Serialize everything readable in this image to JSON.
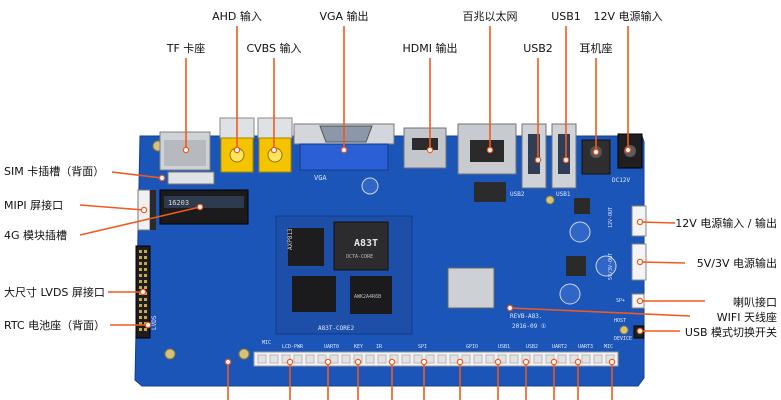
{
  "labels": {
    "top": {
      "ahd": "AHD 输入",
      "vga": "VGA 输出",
      "ethernet": "百兆以太网",
      "usb1": "USB1",
      "power_12v": "12V 电源输入",
      "tf": "TF 卡座",
      "cvbs": "CVBS 输入",
      "hdmi": "HDMI 输出",
      "usb2": "USB2",
      "earphone": "耳机座"
    },
    "left": {
      "sim": "SIM 卡插槽（背面）",
      "mipi": "MIPI 屏接口",
      "module_4g": "4G 模块插槽",
      "lvds": "大尺寸 LVDS 屏接口",
      "rtc": "RTC 电池座（背面）"
    },
    "right": {
      "power_io_12v": "12V 电源输入 / 输出",
      "power_5v3v": "5V/3V 电源输出",
      "speaker": "喇叭接口",
      "wifi": "WIFI 天线座",
      "usb_switch": "USB 模式切换开关"
    }
  },
  "board_text": {
    "core_name": "A83T-CORE2",
    "core_date": "2016-09 ①",
    "board_rev": "REVB-A83.",
    "board_date": "2016-09 ①",
    "cpu_brand": "A83T",
    "cpu_sub": "OCTA-CORE",
    "pmic": "AXP813",
    "mem": "AWK2A4R6B",
    "vga_silk": "VGA",
    "usb1_silk": "USB1",
    "usb2_silk": "USB2",
    "dcin_silk": "DC12V",
    "out12_silk": "12V-OUT",
    "out53_silk": "5V/3V-OUT",
    "sp_silk": "SP+",
    "silk_lcd_pwr": "LCD-PWR",
    "silk_uart0": "UART0",
    "silk_key": "KEY",
    "silk_ir": "IR",
    "silk_spi": "SPI",
    "silk_gpio": "GPIO",
    "silk_usb1": "USB1",
    "silk_usb2": "USB2",
    "silk_uart2": "UART2",
    "silk_uart3": "UART3",
    "silk_mic": "MIC",
    "silk_device": "DEVICE",
    "silk_host": "HOST",
    "silk_lvds": "LVDS",
    "slot_code": "16203"
  },
  "colors": {
    "board": "#1b55b8",
    "board_dark": "#103f91",
    "leader": "#f05a1e",
    "rca_yellow": "#f5c400",
    "vga_blue": "#2a5fd6",
    "metal": "#c9ccd1",
    "chip": "#1d1d1f"
  }
}
